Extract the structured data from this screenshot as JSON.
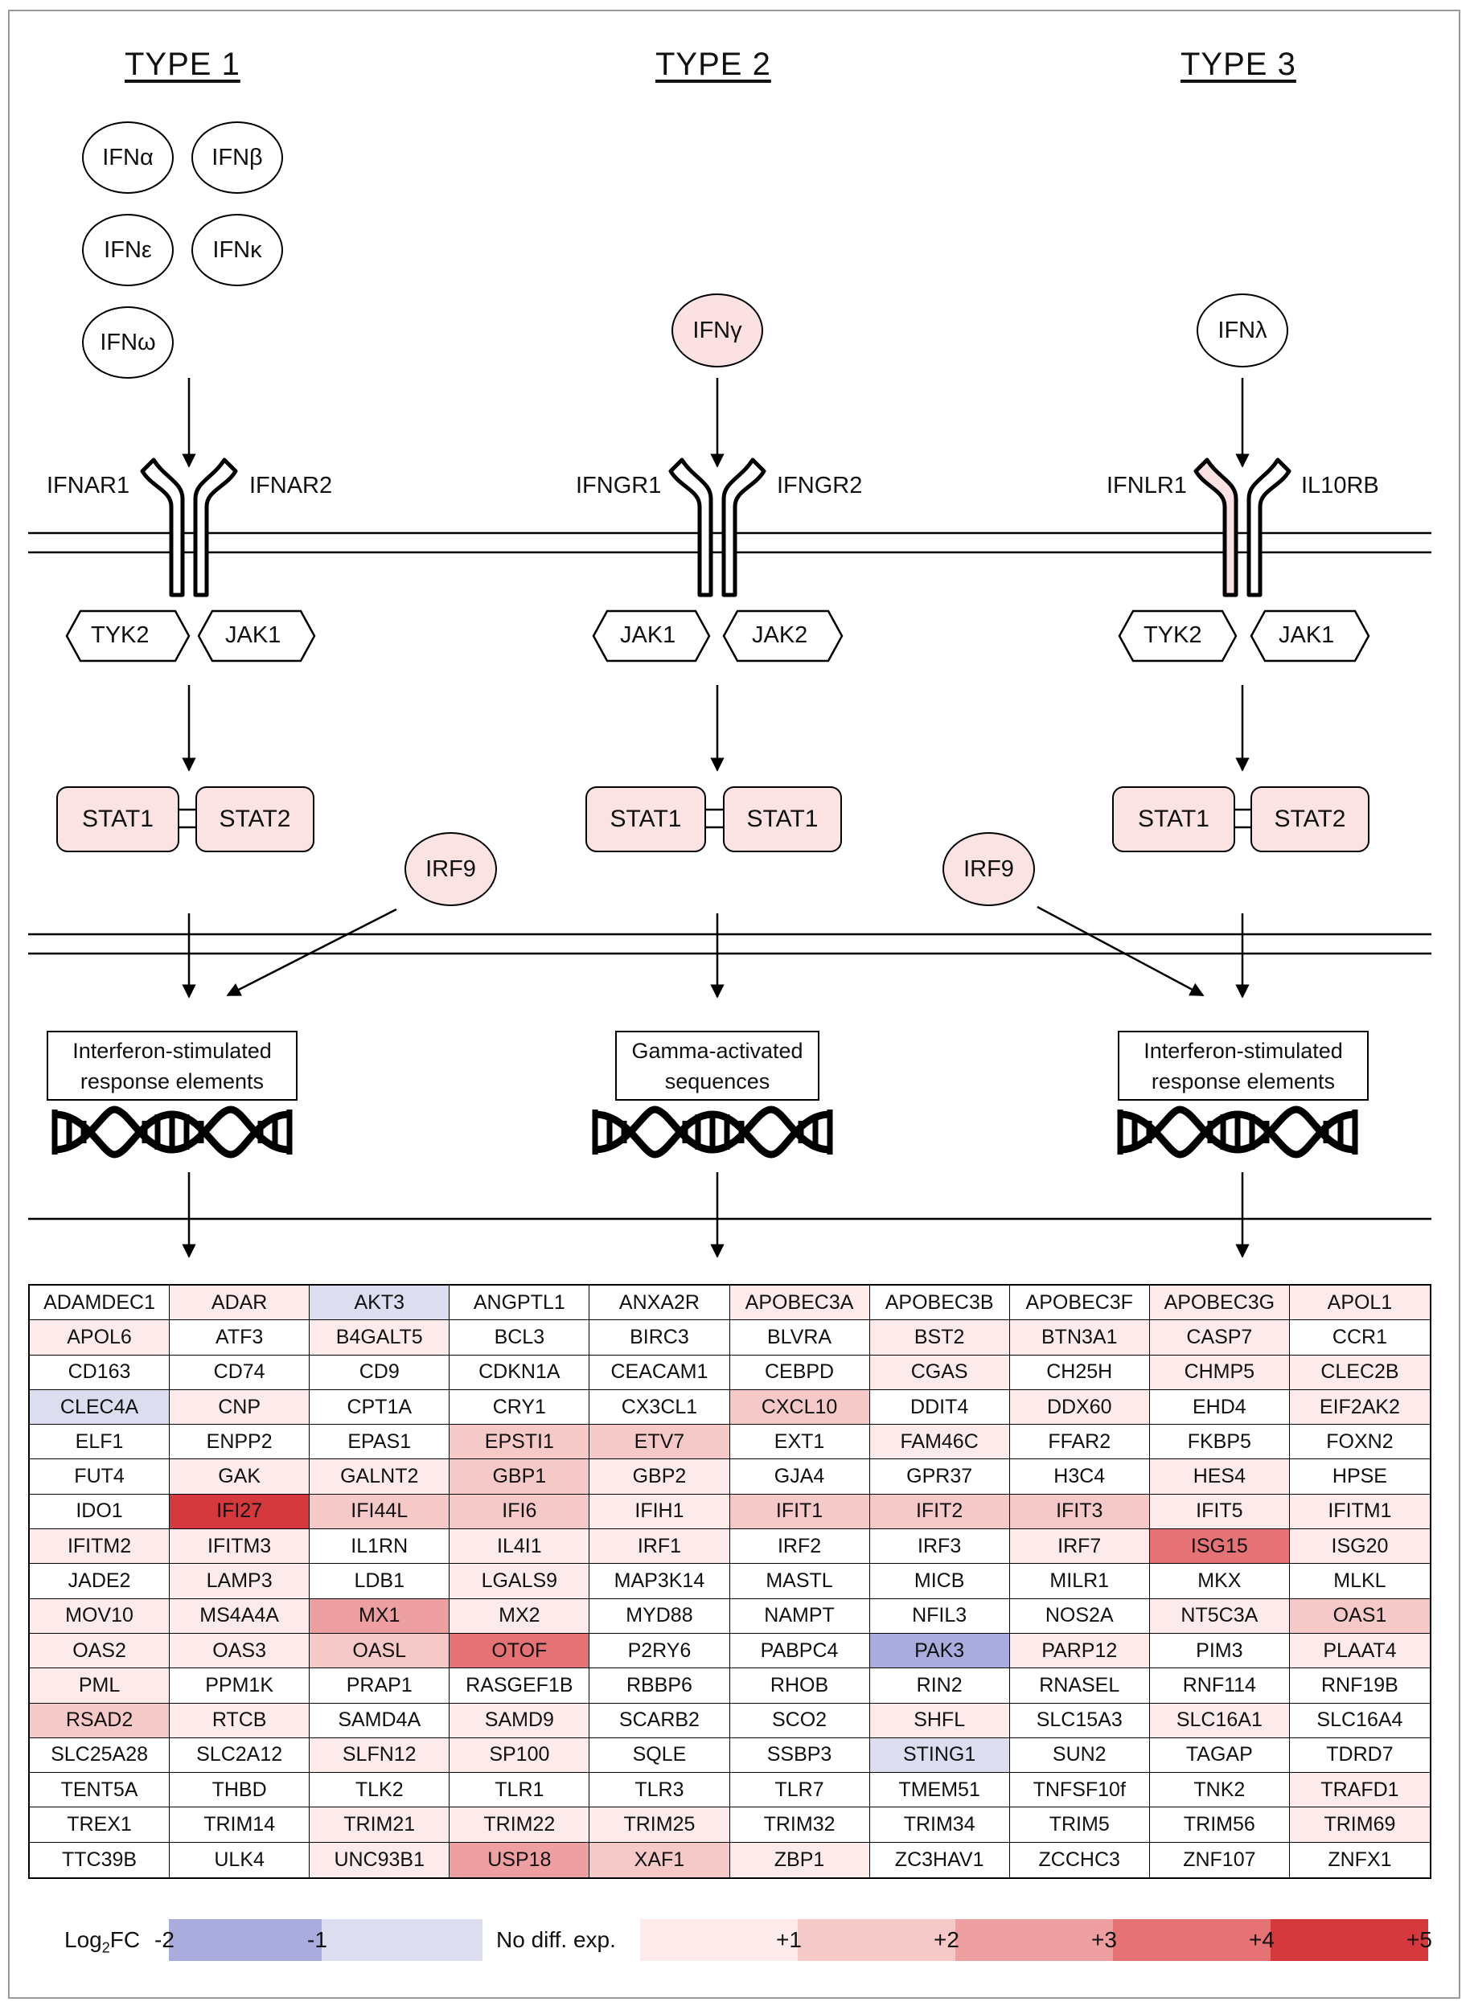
{
  "types": [
    {
      "title": "TYPE 1",
      "ligands": [
        {
          "label": "IFNα",
          "fill": "#ffffff"
        },
        {
          "label": "IFNβ",
          "fill": "#ffffff"
        },
        {
          "label": "IFNε",
          "fill": "#ffffff"
        },
        {
          "label": "IFNκ",
          "fill": "#ffffff"
        },
        {
          "label": "IFNω",
          "fill": "#ffffff"
        }
      ],
      "receptors": [
        "IFNAR1",
        "IFNAR2"
      ],
      "kinases": [
        "TYK2",
        "JAK1"
      ],
      "stats": [
        "STAT1",
        "STAT2"
      ],
      "irf": "IRF9",
      "element": [
        "Interferon-stimulated",
        "response elements"
      ]
    },
    {
      "title": "TYPE 2",
      "ligands": [
        {
          "label": "IFNγ",
          "fill": "#fbe1e1"
        }
      ],
      "receptors": [
        "IFNGR1",
        "IFNGR2"
      ],
      "kinases": [
        "JAK1",
        "JAK2"
      ],
      "stats": [
        "STAT1",
        "STAT1"
      ],
      "irf": "",
      "element": [
        "Gamma-activated",
        "sequences"
      ]
    },
    {
      "title": "TYPE 3",
      "ligands": [
        {
          "label": "IFNλ",
          "fill": "#ffffff"
        }
      ],
      "receptors": [
        "IFNLR1",
        "IL10RB"
      ],
      "kinases": [
        "TYK2",
        "JAK1"
      ],
      "stats": [
        "STAT1",
        "STAT2"
      ],
      "irf": "IRF9",
      "element": [
        "Interferon-stimulated",
        "response elements"
      ]
    }
  ],
  "colors": {
    "stat_fill": "#fbe3e3",
    "irf_fill": "#fbe3e3",
    "scale": {
      "-2": "#a9acdc",
      "-1": "#dcdef0",
      "0": "#ffffff",
      "1": "#fdeaea",
      "2": "#f6c9c9",
      "3": "#ee9fa1",
      "4": "#e57376",
      "5": "#d6393d"
    }
  },
  "genes": [
    {
      "name": "ADAMDEC1",
      "level": 0
    },
    {
      "name": "ADAR",
      "level": 1
    },
    {
      "name": "AKT3",
      "level": -1
    },
    {
      "name": "ANGPTL1",
      "level": 0
    },
    {
      "name": "ANXA2R",
      "level": 0
    },
    {
      "name": "APOBEC3A",
      "level": 1
    },
    {
      "name": "APOBEC3B",
      "level": 0
    },
    {
      "name": "APOBEC3F",
      "level": 0
    },
    {
      "name": "APOBEC3G",
      "level": 1
    },
    {
      "name": "APOL1",
      "level": 1
    },
    {
      "name": "APOL6",
      "level": 1
    },
    {
      "name": "ATF3",
      "level": 0
    },
    {
      "name": "B4GALT5",
      "level": 1
    },
    {
      "name": "BCL3",
      "level": 0
    },
    {
      "name": "BIRC3",
      "level": 0
    },
    {
      "name": "BLVRA",
      "level": 0
    },
    {
      "name": "BST2",
      "level": 1
    },
    {
      "name": "BTN3A1",
      "level": 1
    },
    {
      "name": "CASP7",
      "level": 1
    },
    {
      "name": "CCR1",
      "level": 0
    },
    {
      "name": "CD163",
      "level": 0
    },
    {
      "name": "CD74",
      "level": 0
    },
    {
      "name": "CD9",
      "level": 0
    },
    {
      "name": "CDKN1A",
      "level": 0
    },
    {
      "name": "CEACAM1",
      "level": 0
    },
    {
      "name": "CEBPD",
      "level": 0
    },
    {
      "name": "CGAS",
      "level": 1
    },
    {
      "name": "CH25H",
      "level": 0
    },
    {
      "name": "CHMP5",
      "level": 1
    },
    {
      "name": "CLEC2B",
      "level": 1
    },
    {
      "name": "CLEC4A",
      "level": -1
    },
    {
      "name": "CNP",
      "level": 1
    },
    {
      "name": "CPT1A",
      "level": 0
    },
    {
      "name": "CRY1",
      "level": 0
    },
    {
      "name": "CX3CL1",
      "level": 0
    },
    {
      "name": "CXCL10",
      "level": 2
    },
    {
      "name": "DDIT4",
      "level": 0
    },
    {
      "name": "DDX60",
      "level": 1
    },
    {
      "name": "EHD4",
      "level": 0
    },
    {
      "name": "EIF2AK2",
      "level": 1
    },
    {
      "name": "ELF1",
      "level": 0
    },
    {
      "name": "ENPP2",
      "level": 0
    },
    {
      "name": "EPAS1",
      "level": 0
    },
    {
      "name": "EPSTI1",
      "level": 2
    },
    {
      "name": "ETV7",
      "level": 2
    },
    {
      "name": "EXT1",
      "level": 0
    },
    {
      "name": "FAM46C",
      "level": 1
    },
    {
      "name": "FFAR2",
      "level": 0
    },
    {
      "name": "FKBP5",
      "level": 0
    },
    {
      "name": "FOXN2",
      "level": 0
    },
    {
      "name": "FUT4",
      "level": 0
    },
    {
      "name": "GAK",
      "level": 1
    },
    {
      "name": "GALNT2",
      "level": 1
    },
    {
      "name": "GBP1",
      "level": 2
    },
    {
      "name": "GBP2",
      "level": 1
    },
    {
      "name": "GJA4",
      "level": 0
    },
    {
      "name": "GPR37",
      "level": 0
    },
    {
      "name": "H3C4",
      "level": 0
    },
    {
      "name": "HES4",
      "level": 1
    },
    {
      "name": "HPSE",
      "level": 0
    },
    {
      "name": "IDO1",
      "level": 0
    },
    {
      "name": "IFI27",
      "level": 5
    },
    {
      "name": "IFI44L",
      "level": 2
    },
    {
      "name": "IFI6",
      "level": 2
    },
    {
      "name": "IFIH1",
      "level": 1
    },
    {
      "name": "IFIT1",
      "level": 2
    },
    {
      "name": "IFIT2",
      "level": 2
    },
    {
      "name": "IFIT3",
      "level": 2
    },
    {
      "name": "IFIT5",
      "level": 1
    },
    {
      "name": "IFITM1",
      "level": 1
    },
    {
      "name": "IFITM2",
      "level": 1
    },
    {
      "name": "IFITM3",
      "level": 1
    },
    {
      "name": "IL1RN",
      "level": 0
    },
    {
      "name": "IL4I1",
      "level": 1
    },
    {
      "name": "IRF1",
      "level": 1
    },
    {
      "name": "IRF2",
      "level": 0
    },
    {
      "name": "IRF3",
      "level": 0
    },
    {
      "name": "IRF7",
      "level": 1
    },
    {
      "name": "ISG15",
      "level": 4
    },
    {
      "name": "ISG20",
      "level": 1
    },
    {
      "name": "JADE2",
      "level": 0
    },
    {
      "name": "LAMP3",
      "level": 1
    },
    {
      "name": "LDB1",
      "level": 0
    },
    {
      "name": "LGALS9",
      "level": 1
    },
    {
      "name": "MAP3K14",
      "level": 0
    },
    {
      "name": "MASTL",
      "level": 0
    },
    {
      "name": "MICB",
      "level": 0
    },
    {
      "name": "MILR1",
      "level": 0
    },
    {
      "name": "MKX",
      "level": 0
    },
    {
      "name": "MLKL",
      "level": 0
    },
    {
      "name": "MOV10",
      "level": 1
    },
    {
      "name": "MS4A4A",
      "level": 1
    },
    {
      "name": "MX1",
      "level": 3
    },
    {
      "name": "MX2",
      "level": 1
    },
    {
      "name": "MYD88",
      "level": 0
    },
    {
      "name": "NAMPT",
      "level": 0
    },
    {
      "name": "NFIL3",
      "level": 0
    },
    {
      "name": "NOS2A",
      "level": 0
    },
    {
      "name": "NT5C3A",
      "level": 1
    },
    {
      "name": "OAS1",
      "level": 2
    },
    {
      "name": "OAS2",
      "level": 1
    },
    {
      "name": "OAS3",
      "level": 1
    },
    {
      "name": "OASL",
      "level": 2
    },
    {
      "name": "OTOF",
      "level": 4
    },
    {
      "name": "P2RY6",
      "level": 0
    },
    {
      "name": "PABPC4",
      "level": 0
    },
    {
      "name": "PAK3",
      "level": -2
    },
    {
      "name": "PARP12",
      "level": 1
    },
    {
      "name": "PIM3",
      "level": 0
    },
    {
      "name": "PLAAT4",
      "level": 1
    },
    {
      "name": "PML",
      "level": 1
    },
    {
      "name": "PPM1K",
      "level": 0
    },
    {
      "name": "PRAP1",
      "level": 0
    },
    {
      "name": "RASGEF1B",
      "level": 0
    },
    {
      "name": "RBBP6",
      "level": 0
    },
    {
      "name": "RHOB",
      "level": 0
    },
    {
      "name": "RIN2",
      "level": 0
    },
    {
      "name": "RNASEL",
      "level": 0
    },
    {
      "name": "RNF114",
      "level": 0
    },
    {
      "name": "RNF19B",
      "level": 0
    },
    {
      "name": "RSAD2",
      "level": 2
    },
    {
      "name": "RTCB",
      "level": 1
    },
    {
      "name": "SAMD4A",
      "level": 0
    },
    {
      "name": "SAMD9",
      "level": 1
    },
    {
      "name": "SCARB2",
      "level": 0
    },
    {
      "name": "SCO2",
      "level": 0
    },
    {
      "name": "SHFL",
      "level": 1
    },
    {
      "name": "SLC15A3",
      "level": 0
    },
    {
      "name": "SLC16A1",
      "level": 1
    },
    {
      "name": "SLC16A4",
      "level": 0
    },
    {
      "name": "SLC25A28",
      "level": 0
    },
    {
      "name": "SLC2A12",
      "level": 0
    },
    {
      "name": "SLFN12",
      "level": 1
    },
    {
      "name": "SP100",
      "level": 1
    },
    {
      "name": "SQLE",
      "level": 0
    },
    {
      "name": "SSBP3",
      "level": 0
    },
    {
      "name": "STING1",
      "level": -1
    },
    {
      "name": "SUN2",
      "level": 0
    },
    {
      "name": "TAGAP",
      "level": 0
    },
    {
      "name": "TDRD7",
      "level": 0
    },
    {
      "name": "TENT5A",
      "level": 0
    },
    {
      "name": "THBD",
      "level": 0
    },
    {
      "name": "TLK2",
      "level": 0
    },
    {
      "name": "TLR1",
      "level": 0
    },
    {
      "name": "TLR3",
      "level": 0
    },
    {
      "name": "TLR7",
      "level": 0
    },
    {
      "name": "TMEM51",
      "level": 0
    },
    {
      "name": "TNFSF10f",
      "level": 0
    },
    {
      "name": "TNK2",
      "level": 0
    },
    {
      "name": "TRAFD1",
      "level": 1
    },
    {
      "name": "TREX1",
      "level": 0
    },
    {
      "name": "TRIM14",
      "level": 0
    },
    {
      "name": "TRIM21",
      "level": 1
    },
    {
      "name": "TRIM22",
      "level": 1
    },
    {
      "name": "TRIM25",
      "level": 1
    },
    {
      "name": "TRIM32",
      "level": 0
    },
    {
      "name": "TRIM34",
      "level": 0
    },
    {
      "name": "TRIM5",
      "level": 0
    },
    {
      "name": "TRIM56",
      "level": 0
    },
    {
      "name": "TRIM69",
      "level": 1
    },
    {
      "name": "TTC39B",
      "level": 0
    },
    {
      "name": "ULK4",
      "level": 0
    },
    {
      "name": "UNC93B1",
      "level": 1
    },
    {
      "name": "USP18",
      "level": 3
    },
    {
      "name": "XAF1",
      "level": 2
    },
    {
      "name": "ZBP1",
      "level": 1
    },
    {
      "name": "ZC3HAV1",
      "level": 0
    },
    {
      "name": "ZCCHC3",
      "level": 0
    },
    {
      "name": "ZNF107",
      "level": 0
    },
    {
      "name": "ZNFX1",
      "level": 0
    }
  ],
  "legend": {
    "title_main": "Log",
    "title_sub": "2",
    "title_suffix": "FC",
    "no_diff_label": "No diff. exp.",
    "ticks": [
      "-2",
      "-1",
      "+1",
      "+2",
      "+3",
      "+4",
      "+5"
    ]
  }
}
